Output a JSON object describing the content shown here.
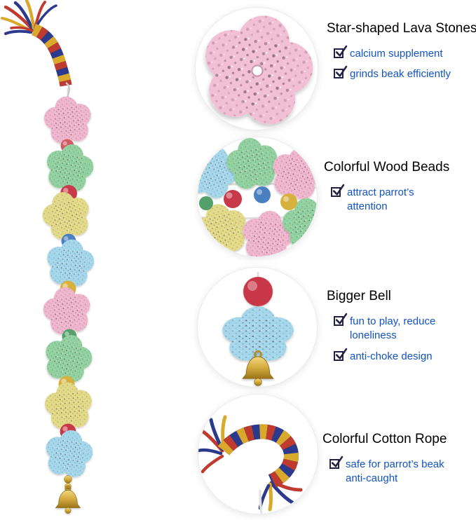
{
  "page": {
    "background": "#ffffff"
  },
  "colors": {
    "feature_text": "#1253c4",
    "heading_text": "#000000",
    "checkbox": "#222246",
    "stone_pink": "#efb6cd",
    "stone_green": "#92d2a0",
    "stone_yellow": "#e2da88",
    "stone_blue": "#a4d7eb",
    "bead_red": "#c8394a",
    "bead_blue": "#4a7fc0",
    "bead_yellow": "#d7b13e",
    "bead_green": "#53a06b",
    "bell_gold": "#c9a335",
    "rope_red": "#bf3a2f",
    "rope_blue": "#2b3a8c",
    "rope_yellow": "#d9a92c"
  },
  "sections": [
    {
      "id": "lava-stones",
      "title": "Star-shaped Lava Stones",
      "features": [
        "calcium supplement",
        "grinds beak efficiently"
      ]
    },
    {
      "id": "wood-beads",
      "title": "Colorful Wood Beads",
      "features": [
        "attract parrot’s attention"
      ]
    },
    {
      "id": "bigger-bell",
      "title": "Bigger Bell",
      "features": [
        "fun to play, reduce loneliness",
        "anti-choke design"
      ]
    },
    {
      "id": "cotton-rope",
      "title": "Colorful Cotton Rope",
      "features": [
        "safe for parrot’s beak anti-caught"
      ]
    }
  ],
  "toy": {
    "description": "bird chew toy: cotton rope, stacked star lava stones with wood beads, gold bell",
    "stack": [
      {
        "type": "stone",
        "color": "#efb6cd"
      },
      {
        "type": "bead",
        "color": "#d05a66",
        "r": 9.5
      },
      {
        "type": "stone",
        "color": "#92d2a0"
      },
      {
        "type": "bead",
        "color": "#c8394a",
        "r": 12
      },
      {
        "type": "stone",
        "color": "#e2da88"
      },
      {
        "type": "bead",
        "color": "#4a7fc0",
        "r": 10.5
      },
      {
        "type": "stone",
        "color": "#a4d7eb"
      },
      {
        "type": "bead",
        "color": "#d7b13e",
        "r": 11.5
      },
      {
        "type": "stone",
        "color": "#efb6cd"
      },
      {
        "type": "bead",
        "color": "#53a06b",
        "r": 10.5
      },
      {
        "type": "stone",
        "color": "#92d2a0"
      },
      {
        "type": "bead",
        "color": "#d7b13e",
        "r": 11.5
      },
      {
        "type": "stone",
        "color": "#e2da88"
      },
      {
        "type": "bead",
        "color": "#c8394a",
        "r": 11.5
      },
      {
        "type": "stone",
        "color": "#a4d7eb"
      }
    ]
  }
}
